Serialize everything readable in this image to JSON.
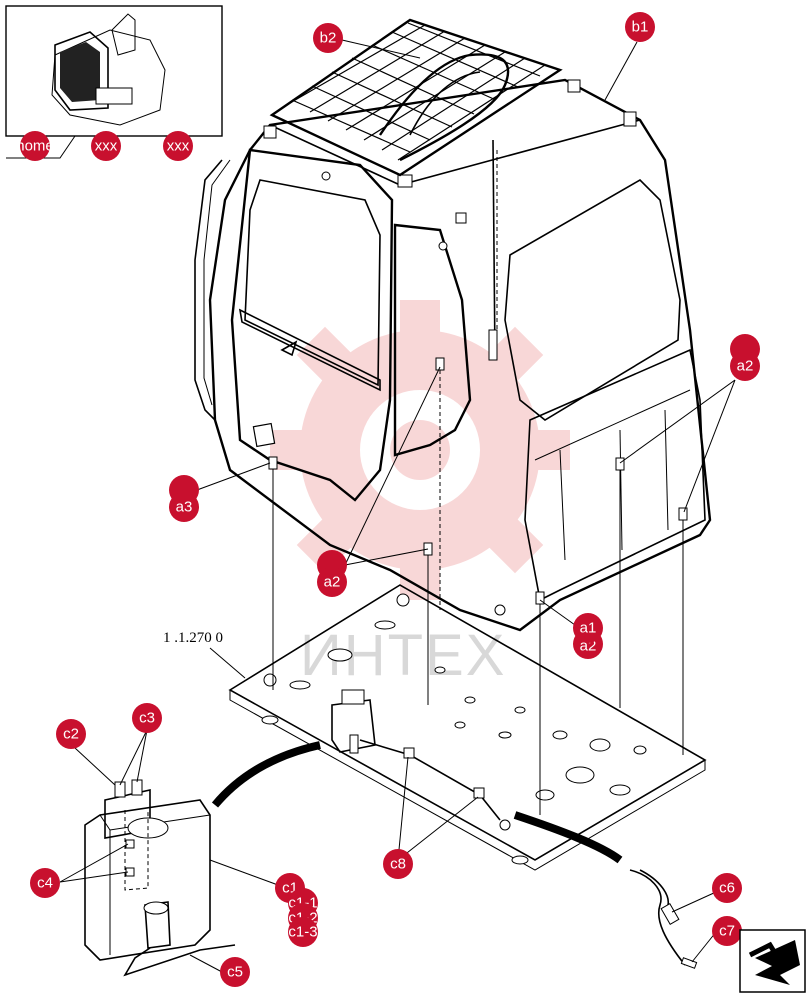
{
  "diagram": {
    "thumbnail": {
      "tabs": [
        {
          "id": "home",
          "label": "home"
        },
        {
          "id": "xxx1",
          "label": "xxx"
        },
        {
          "id": "xxx2",
          "label": "xxx"
        }
      ]
    },
    "reference_label": "1  .1.270 0",
    "watermark_text": "ИНТЕХ",
    "callouts": [
      {
        "id": "b2",
        "label": "b2"
      },
      {
        "id": "b1",
        "label": "b1"
      },
      {
        "id": "a2-right",
        "label": "a2"
      },
      {
        "id": "a3",
        "label": "a3"
      },
      {
        "id": "a2-center",
        "label": "a2"
      },
      {
        "id": "a1",
        "label": "a1"
      },
      {
        "id": "a2-under-a1",
        "label": "a2"
      },
      {
        "id": "c2",
        "label": "c2"
      },
      {
        "id": "c3",
        "label": "c3"
      },
      {
        "id": "c4",
        "label": "c4"
      },
      {
        "id": "c8",
        "label": "c8"
      },
      {
        "id": "c1",
        "label": "c1"
      },
      {
        "id": "c1-1",
        "label": "c1-1"
      },
      {
        "id": "c1-2",
        "label": "c1-2"
      },
      {
        "id": "c1-3",
        "label": "c1-3"
      },
      {
        "id": "c5",
        "label": "c5"
      },
      {
        "id": "c6",
        "label": "c6"
      },
      {
        "id": "c7",
        "label": "c7"
      }
    ],
    "colors": {
      "callout": "#c8102e",
      "line": "#000000",
      "watermark": "#f4b8b8"
    },
    "nav_icon": "return-arrow-icon"
  }
}
